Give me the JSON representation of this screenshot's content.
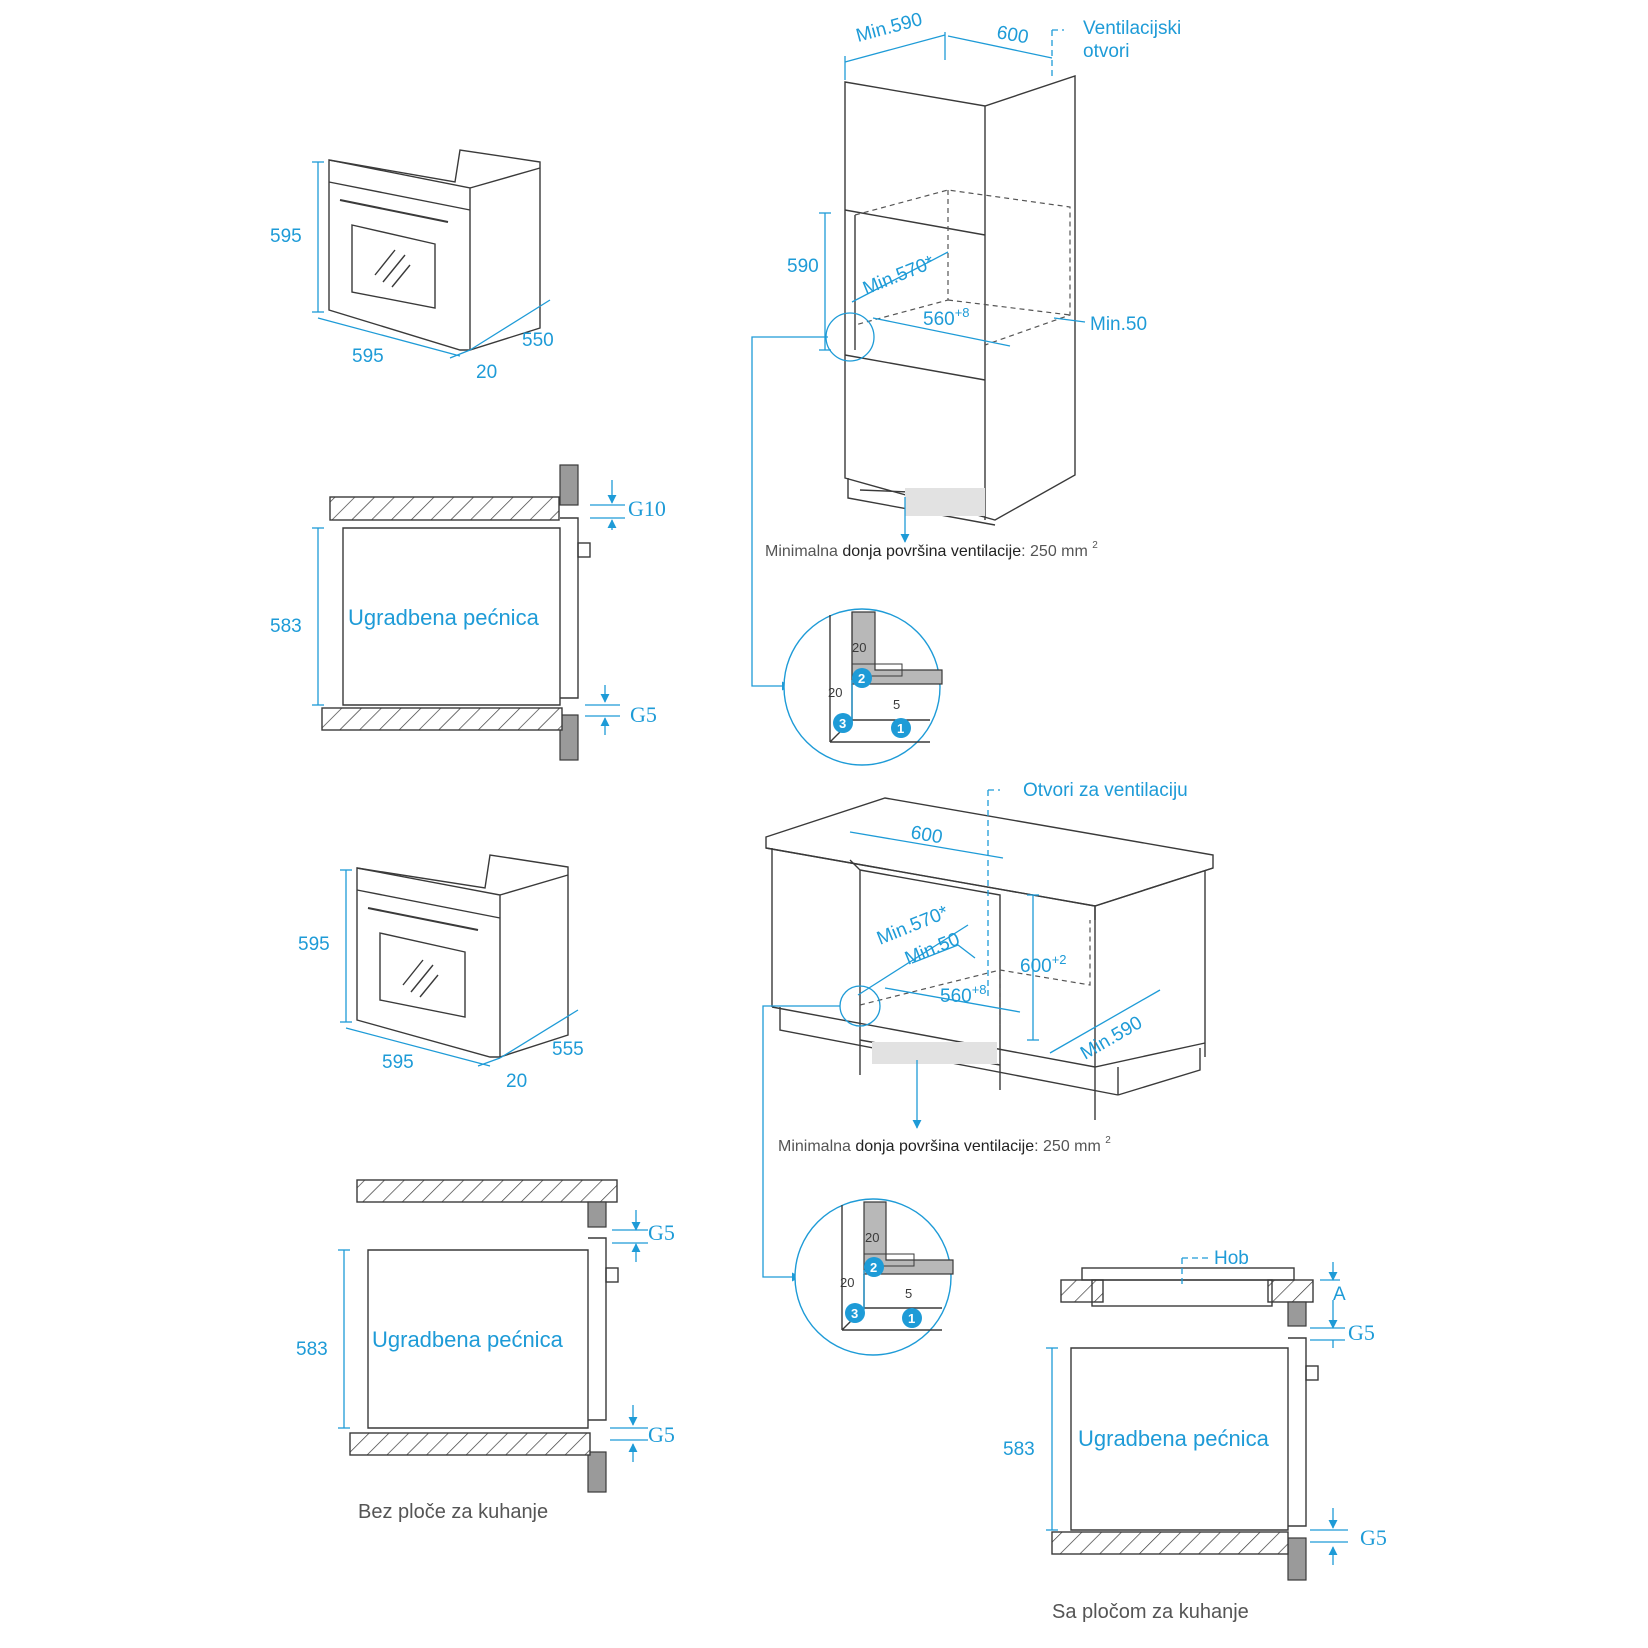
{
  "colors": {
    "dimension": "#1e9bd7",
    "line": "#3a3a3a",
    "wall": "#9a9a9a"
  },
  "oven1": {
    "height": "595",
    "width": "595",
    "depth": "550",
    "door": "20"
  },
  "oven2": {
    "height": "595",
    "width": "595",
    "depth": "555",
    "door": "20"
  },
  "section1": {
    "label": "Ugradbena pećnica",
    "height": "583",
    "gap_top": "G10",
    "gap_bottom": "G5"
  },
  "section2": {
    "label": "Ugradbena pećnica",
    "height": "583",
    "gap_top": "G5",
    "gap_bottom": "G5",
    "caption": "Bez ploče za kuhanje"
  },
  "section3": {
    "label": "Ugradbena pećnica",
    "height": "583",
    "gap_top": "G5",
    "gap_bottom": "G5",
    "hob": "Hob",
    "a": "A",
    "caption": "Sa pločom za kuhanje"
  },
  "tall_cabinet": {
    "min590": "Min.590",
    "width600": "600",
    "vent1": "Ventilacijski",
    "vent2": "otvori",
    "h590": "590",
    "min570": "Min.570*",
    "w560": "560",
    "w560_sup": "+8",
    "min50": "Min.50",
    "note_a": "Minimalna ",
    "note_b": "donja površina ventilacije",
    "note_c": ": 250 mm ",
    "note_sup": "2"
  },
  "detail1": {
    "d20a": "20",
    "d20b": "20",
    "d5": "5",
    "b1": "1",
    "b2": "2",
    "b3": "3"
  },
  "counter_cabinet": {
    "vent": "Otvori za ventilaciju",
    "width600": "600",
    "min570": "Min.570*",
    "min50": "Min.50",
    "h600": "600",
    "h600_sup": "+2",
    "w560": "560",
    "w560_sup": "+8",
    "min590": "Min.590",
    "note_a": "Minimalna ",
    "note_b": "donja površina ventilacije",
    "note_c": ": 250 mm ",
    "note_sup": "2"
  },
  "detail2": {
    "d20a": "20",
    "d20b": "20",
    "d5": "5",
    "b1": "1",
    "b2": "2",
    "b3": "3"
  }
}
